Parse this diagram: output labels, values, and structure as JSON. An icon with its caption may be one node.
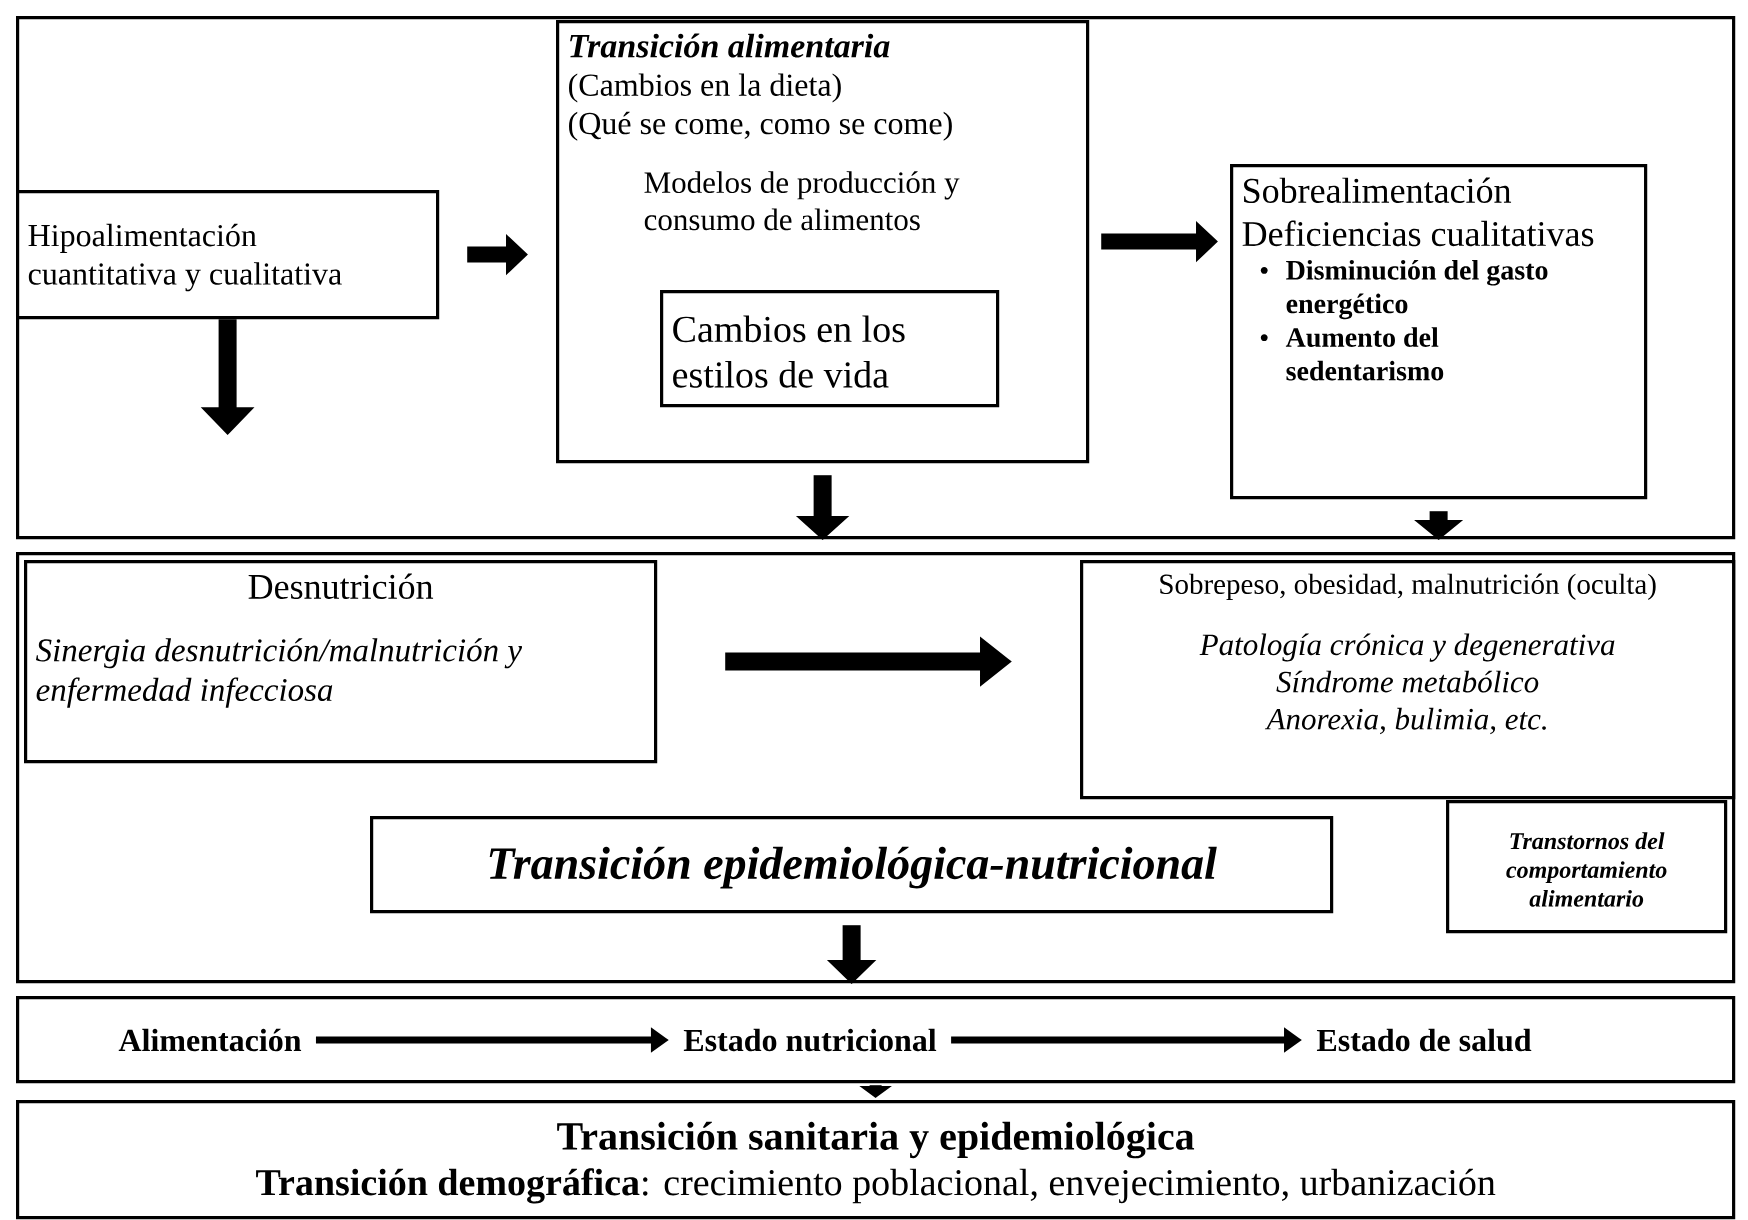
{
  "diagram": {
    "nodes": [
      {
        "text": [],
        "shape": "box"
      },
      {
        "text": [
          "Hipoalimentación cuantitativa y cualitativa"
        ],
        "in": 0
      },
      {
        "text": [
          "Transición alimentaria",
          "(Cambios en la dieta)",
          "(Qué se come, como se come)",
          "Modelos de producción y consumo de alimentos"
        ],
        "in": 0
      },
      {
        "text": [
          "Cambios en los estilos de vida"
        ],
        "in": 2
      },
      {
        "text": [
          "Sobrealimentación",
          "Deficiencias cualitativas",
          "Disminución del gasto energético",
          "Aumento del sedentarismo"
        ],
        "in": 0
      },
      {
        "text": [],
        "shape": "box"
      },
      {
        "text": [
          "Desnutrición",
          "Sinergia desnutrición/malnutrición y enfermedad infecciosa"
        ],
        "in": 5
      },
      {
        "text": [
          "Sobrepeso, obesidad, malnutrición (oculta)",
          "Patología crónica y degenerativa",
          "Síndrome metabólico",
          "Anorexia, bulimia, etc."
        ],
        "in": 5
      },
      {
        "text": [
          "Transición epidemiológica-nutricional"
        ],
        "in": 5
      },
      {
        "text": [
          "Transtornos del comportamiento alimentario"
        ],
        "in": 5
      },
      {
        "text": [],
        "shape": "box"
      },
      {
        "text": [
          "Alimentación"
        ],
        "in": 10
      },
      {
        "text": [
          "Estado nutricional"
        ],
        "in": 10
      },
      {
        "text": [
          "Estado de salud"
        ],
        "in": 10
      },
      {
        "text": [
          "Transición sanitaria y epidemiológica",
          "**Transición demográfica**: crecimiento poblacional, envejecimiento, urbanización"
        ]
      }
    ],
    "edges": [
      {
        "from": 1,
        "to": 2,
        "arrow": "to"
      },
      {
        "from": 2,
        "to": 4,
        "arrow": "to"
      },
      {
        "from": 1,
        "to": null,
        "arrow": "to"
      },
      {
        "from": 2,
        "to": 5,
        "arrow": "to"
      },
      {
        "from": 4,
        "to": 5,
        "arrow": "to"
      },
      {
        "from": 6,
        "to": 7,
        "arrow": "to"
      },
      {
        "from": 8,
        "to": 10,
        "arrow": "to"
      },
      {
        "from": 11,
        "to": 12,
        "arrow": "to"
      },
      {
        "from": 12,
        "to": 13,
        "arrow": "to"
      },
      {
        "from": 10,
        "to": 14,
        "arrow": "to"
      }
    ]
  }
}
